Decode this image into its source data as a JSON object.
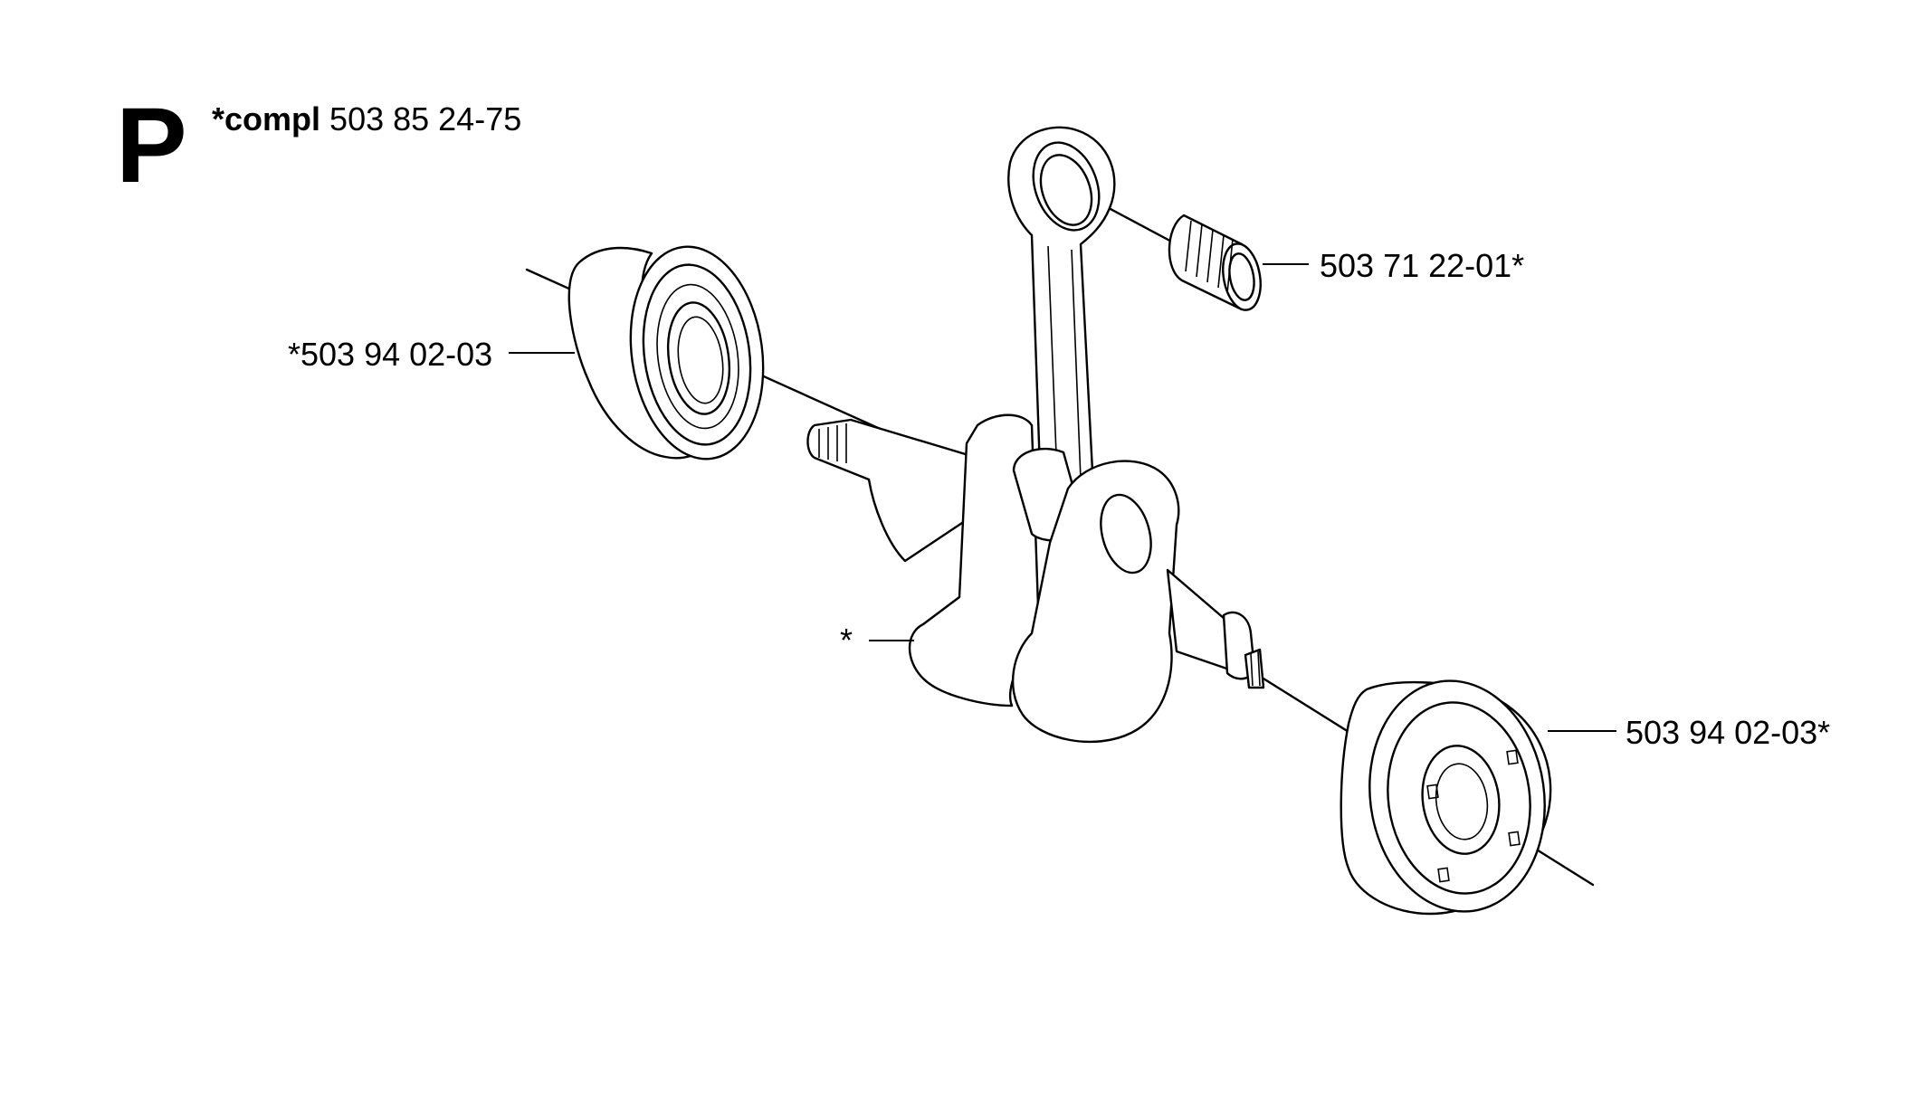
{
  "section": {
    "letter": "P"
  },
  "header": {
    "prefix_bold": "*compl",
    "part_number": "503 85 24-75"
  },
  "callouts": {
    "left_bearing": "*503 94 02-03",
    "needle_bearing": "503 71 22-01*",
    "crankshaft": "*",
    "right_bearing": "503 94 02-03*"
  },
  "colors": {
    "ink": "#000000",
    "background": "#ffffff"
  }
}
